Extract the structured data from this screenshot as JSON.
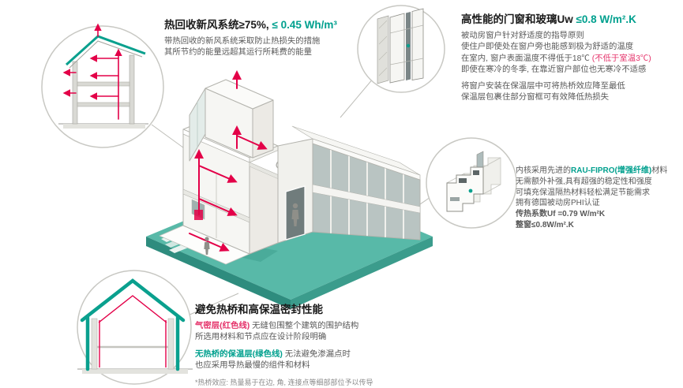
{
  "colors": {
    "accent_green": "#00a08e",
    "accent_red_text": "#e5346b",
    "accent_red_line": "#e30048",
    "ground_teal": "#58b9a8"
  },
  "blocks": {
    "heat_recovery": {
      "title_black": "热回收新风系统≥75%,",
      "title_green": " ≤ 0.45 Wh/m³",
      "line1": "带热回收的新风系统采取防止热损失的措施",
      "line2": "其所节约的能量远超其运行所耗费的能量"
    },
    "windows": {
      "title_black": "高性能的门窗和玻璃Uw",
      "title_green": " ≤0.8 W/m².K",
      "line1": "被动房窗户针对舒适度的指导原则",
      "line2": "使住户即使处在窗户旁也能感到极为舒适的温度",
      "line3_pre": "在室内, 窗户表面温度不得低于18℃ ",
      "line3_red": "(不低于室温3℃)",
      "line4": "即使在寒冷的冬季, 在靠近窗户部位也无寒冷不适感",
      "line5": "将窗户安装在保温层中可将热桥效应降至最低",
      "line6": "保温层包裹住部分窗框可有效降低热损失"
    },
    "profile": {
      "line1_pre": "内核采用先进的",
      "line1_green": "RAU-FIPRO(增强纤维)",
      "line1_post": "材料",
      "line2": "无需额外补强,具有超强的稳定性和强度",
      "line3": "可填充保温隔热材料轻松满足节能需求",
      "line4": "拥有德国被动房PHI认证",
      "line5": "传热系数Uf =0.79 W/m²K",
      "line6": "整窗≤0.8W/m².K"
    },
    "thermal": {
      "title": "避免热桥和高保温密封性能",
      "p1_red": "气密层(红色线)",
      "p1_rest": " 无缝包围整个建筑的围护结构",
      "p1_line2": "所选用材料和节点应在设计阶段明确",
      "p2_green": "无热桥的保温层(绿色线)",
      "p2_rest": " 无法避免渗漏点时",
      "p2_line2": "也应采用导热最慢的组件和材料",
      "footnote": "*热桥效应: 热量易于在边, 角, 连接点等细部部位予以传导"
    }
  }
}
